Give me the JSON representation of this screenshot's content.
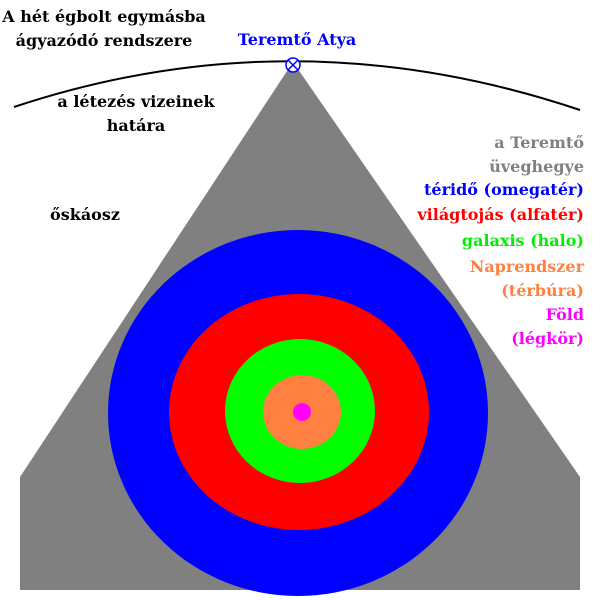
{
  "title": {
    "line1": "A hét égbolt egymásba",
    "line2": "ágyazódó rendszere"
  },
  "apex_label": "Teremtő Atya",
  "waters_label": {
    "line1": "a létezés vizeinek",
    "line2": "határa"
  },
  "chaos_label": "őskáosz",
  "mountain_label": {
    "line1": "a Teremtő",
    "line2": "üveghegye"
  },
  "legend": [
    {
      "text": "téridő (omegatér)",
      "color": "#0000ff"
    },
    {
      "text": "világtojás (alfatér)",
      "color": "#ff0000"
    },
    {
      "text": "galaxis (halo)",
      "color": "#00ee00"
    },
    {
      "text": "Naprendszer",
      "color": "#ff8040"
    },
    {
      "text": "(térbúra)",
      "color": "#ff8040"
    },
    {
      "text": "Föld",
      "color": "#ff00ff"
    },
    {
      "text": "(légkör)",
      "color": "#ff00ff"
    }
  ],
  "colors": {
    "mountain": "#808080",
    "mountain_text": "#808080",
    "apex_text": "#0000ff",
    "spacetime": "#0000ff",
    "world_egg": "#ff0000",
    "galaxy": "#00ff00",
    "solar_system": "#ff8040",
    "earth": "#ff00ff",
    "text": "#000000"
  },
  "apex_icon": "cross-circle-icon"
}
